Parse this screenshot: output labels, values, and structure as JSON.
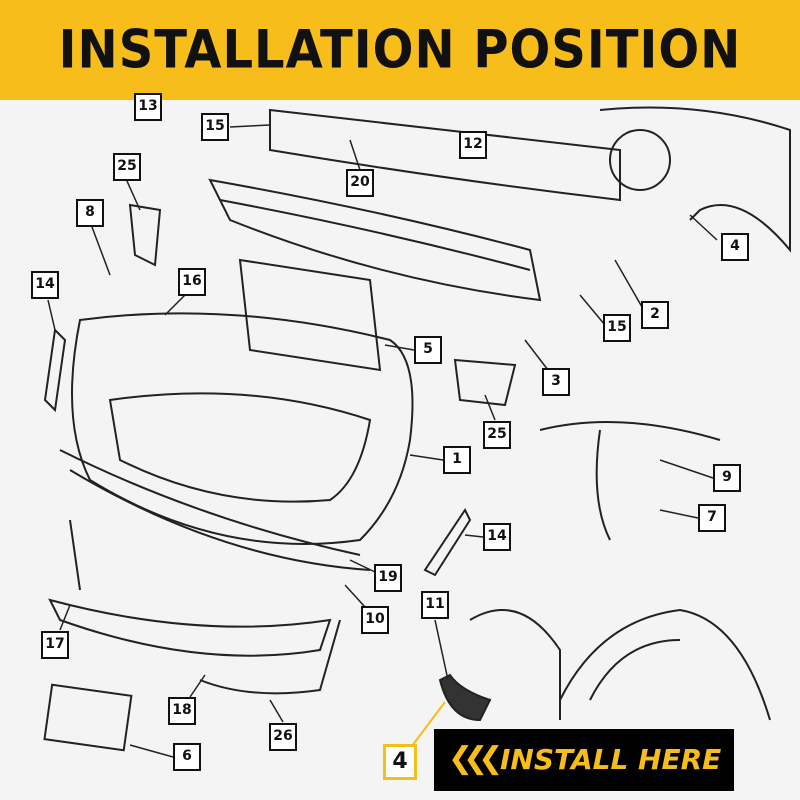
{
  "header": {
    "title": "INSTALLATION POSITION",
    "background": "#f7bd1a"
  },
  "callouts": [
    {
      "label": "13"
    },
    {
      "label": "15"
    },
    {
      "label": "20"
    },
    {
      "label": "12"
    },
    {
      "label": "25"
    },
    {
      "label": "8"
    },
    {
      "label": "4"
    },
    {
      "label": "14"
    },
    {
      "label": "16"
    },
    {
      "label": "2"
    },
    {
      "label": "15"
    },
    {
      "label": "5"
    },
    {
      "label": "3"
    },
    {
      "label": "25"
    },
    {
      "label": "1"
    },
    {
      "label": "9"
    },
    {
      "label": "7"
    },
    {
      "label": "14"
    },
    {
      "label": "19"
    },
    {
      "label": "11"
    },
    {
      "label": "10"
    },
    {
      "label": "17"
    },
    {
      "label": "18"
    },
    {
      "label": "26"
    },
    {
      "label": "6"
    },
    {
      "label": "4"
    }
  ],
  "install_banner": {
    "icon": "triple-chevron-left-icon",
    "text": "INSTALL HERE",
    "text_color": "#f7bd1a",
    "background": "#000000"
  }
}
